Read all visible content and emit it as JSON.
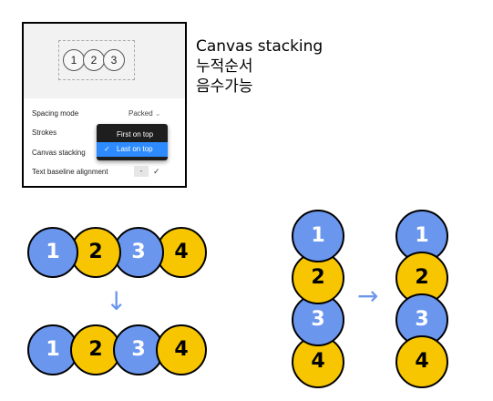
{
  "colors": {
    "blue": "#6b96ee",
    "yellow": "#f7c600",
    "selection": "#2d8bff",
    "menu_bg": "#1e1e1e"
  },
  "panel": {
    "preview": [
      "1",
      "2",
      "3"
    ],
    "rows": {
      "spacing_mode": "Spacing mode",
      "spacing_value": "Packed",
      "strokes": "Strokes",
      "canvas_stacking": "Canvas stacking",
      "text_baseline": "Text baseline alignment",
      "baseline_control": "-",
      "baseline_check": "✓"
    },
    "dropdown": {
      "options": [
        "First on top",
        "Last on top"
      ],
      "selected_index": 1,
      "check": "✓"
    }
  },
  "caption": {
    "title": "Canvas stacking",
    "line2": "누적순서",
    "line3": "음수가능"
  },
  "arrows": {
    "down": "↓",
    "right": "→"
  },
  "horizontal": {
    "top": [
      "1",
      "2",
      "3",
      "4"
    ],
    "bottom": [
      "1",
      "2",
      "3",
      "4"
    ]
  },
  "vertical": {
    "left": [
      "1",
      "2",
      "3",
      "4"
    ],
    "right": [
      "1",
      "2",
      "3",
      "4"
    ]
  }
}
